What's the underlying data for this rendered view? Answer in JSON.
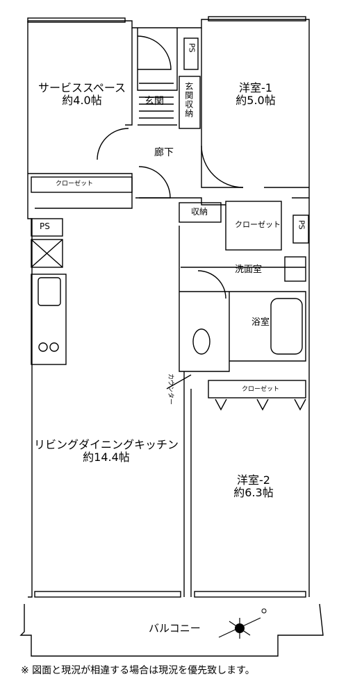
{
  "rooms": {
    "service_space": {
      "name": "サービススペース",
      "size": "約4.0帖"
    },
    "western1": {
      "name": "洋室-1",
      "size": "約5.0帖"
    },
    "western2": {
      "name": "洋室-2",
      "size": "約6.3帖"
    },
    "ldk": {
      "name": "リビングダイニングキッチン",
      "size": "約14.4帖"
    }
  },
  "labels": {
    "entrance": "玄関",
    "entrance_storage": "玄関収納",
    "hallway": "廊下",
    "storage": "収納",
    "closet_top": "クローゼット",
    "closet_mid": "クローゼット",
    "closet_w2": "クローゼット",
    "ps_top": "PS",
    "ps_left": "PS",
    "ps_right": "PS",
    "washroom": "洗面室",
    "bathroom": "浴室",
    "counter": "カウンター",
    "balcony": "バルコニー"
  },
  "footnote": "※ 図面と現況が相違する場合は現況を優先致します。"
}
